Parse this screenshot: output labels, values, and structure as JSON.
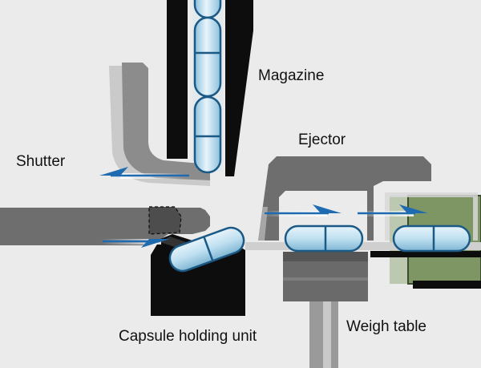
{
  "labels": {
    "magazine": "Magazine",
    "shutter": "Shutter",
    "ejector": "Ejector",
    "capsule_holding_unit": "Capsule holding unit",
    "weigh_table": "Weigh table"
  },
  "colors": {
    "background": "#ebebeb",
    "black": "#0d0d0d",
    "dark_gray": "#6e6e6e",
    "mid_gray": "#8c8c8c",
    "light_gray": "#b4b4b4",
    "capsule_blue": "#a9d3e8",
    "capsule_outline": "#1b5a86",
    "arrow_blue": "#1e6bb0",
    "green_tray": "#7d9663"
  }
}
